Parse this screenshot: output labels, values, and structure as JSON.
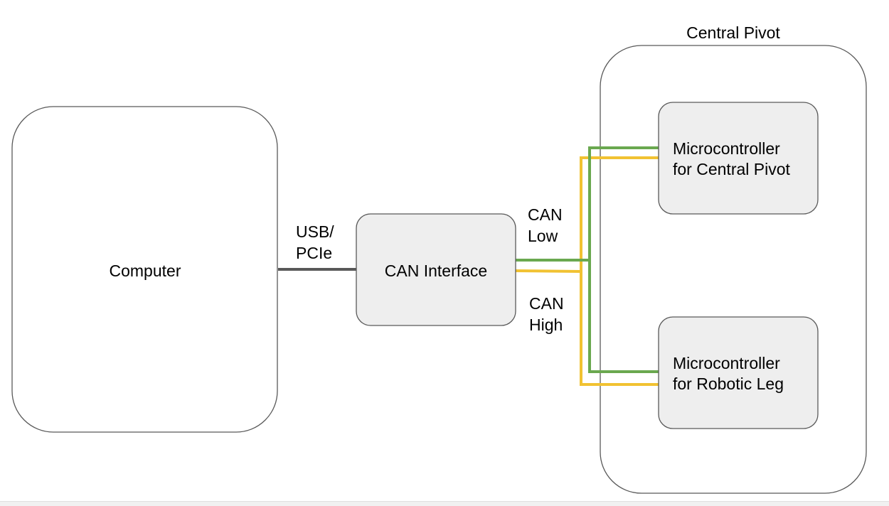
{
  "diagram": {
    "computer": {
      "label": "Computer"
    },
    "usb_link": {
      "label_line1": "USB/",
      "label_line2": "PCIe"
    },
    "can_interface": {
      "label": "CAN Interface"
    },
    "can_low": {
      "label_line1": "CAN",
      "label_line2": "Low"
    },
    "can_high": {
      "label_line1": "CAN",
      "label_line2": "High"
    },
    "central_pivot": {
      "label": "Central Pivot"
    },
    "mcu_pivot": {
      "label_line1": "Microcontroller",
      "label_line2": "for Central Pivot"
    },
    "mcu_leg": {
      "label_line1": "Microcontroller",
      "label_line2": "for Robotic Leg"
    }
  },
  "colors": {
    "box_stroke": "#595959",
    "node_fill": "#eeeeee",
    "usb_wire": "#595959",
    "can_low_wire": "#6aa84f",
    "can_high_wire": "#f1c232"
  }
}
